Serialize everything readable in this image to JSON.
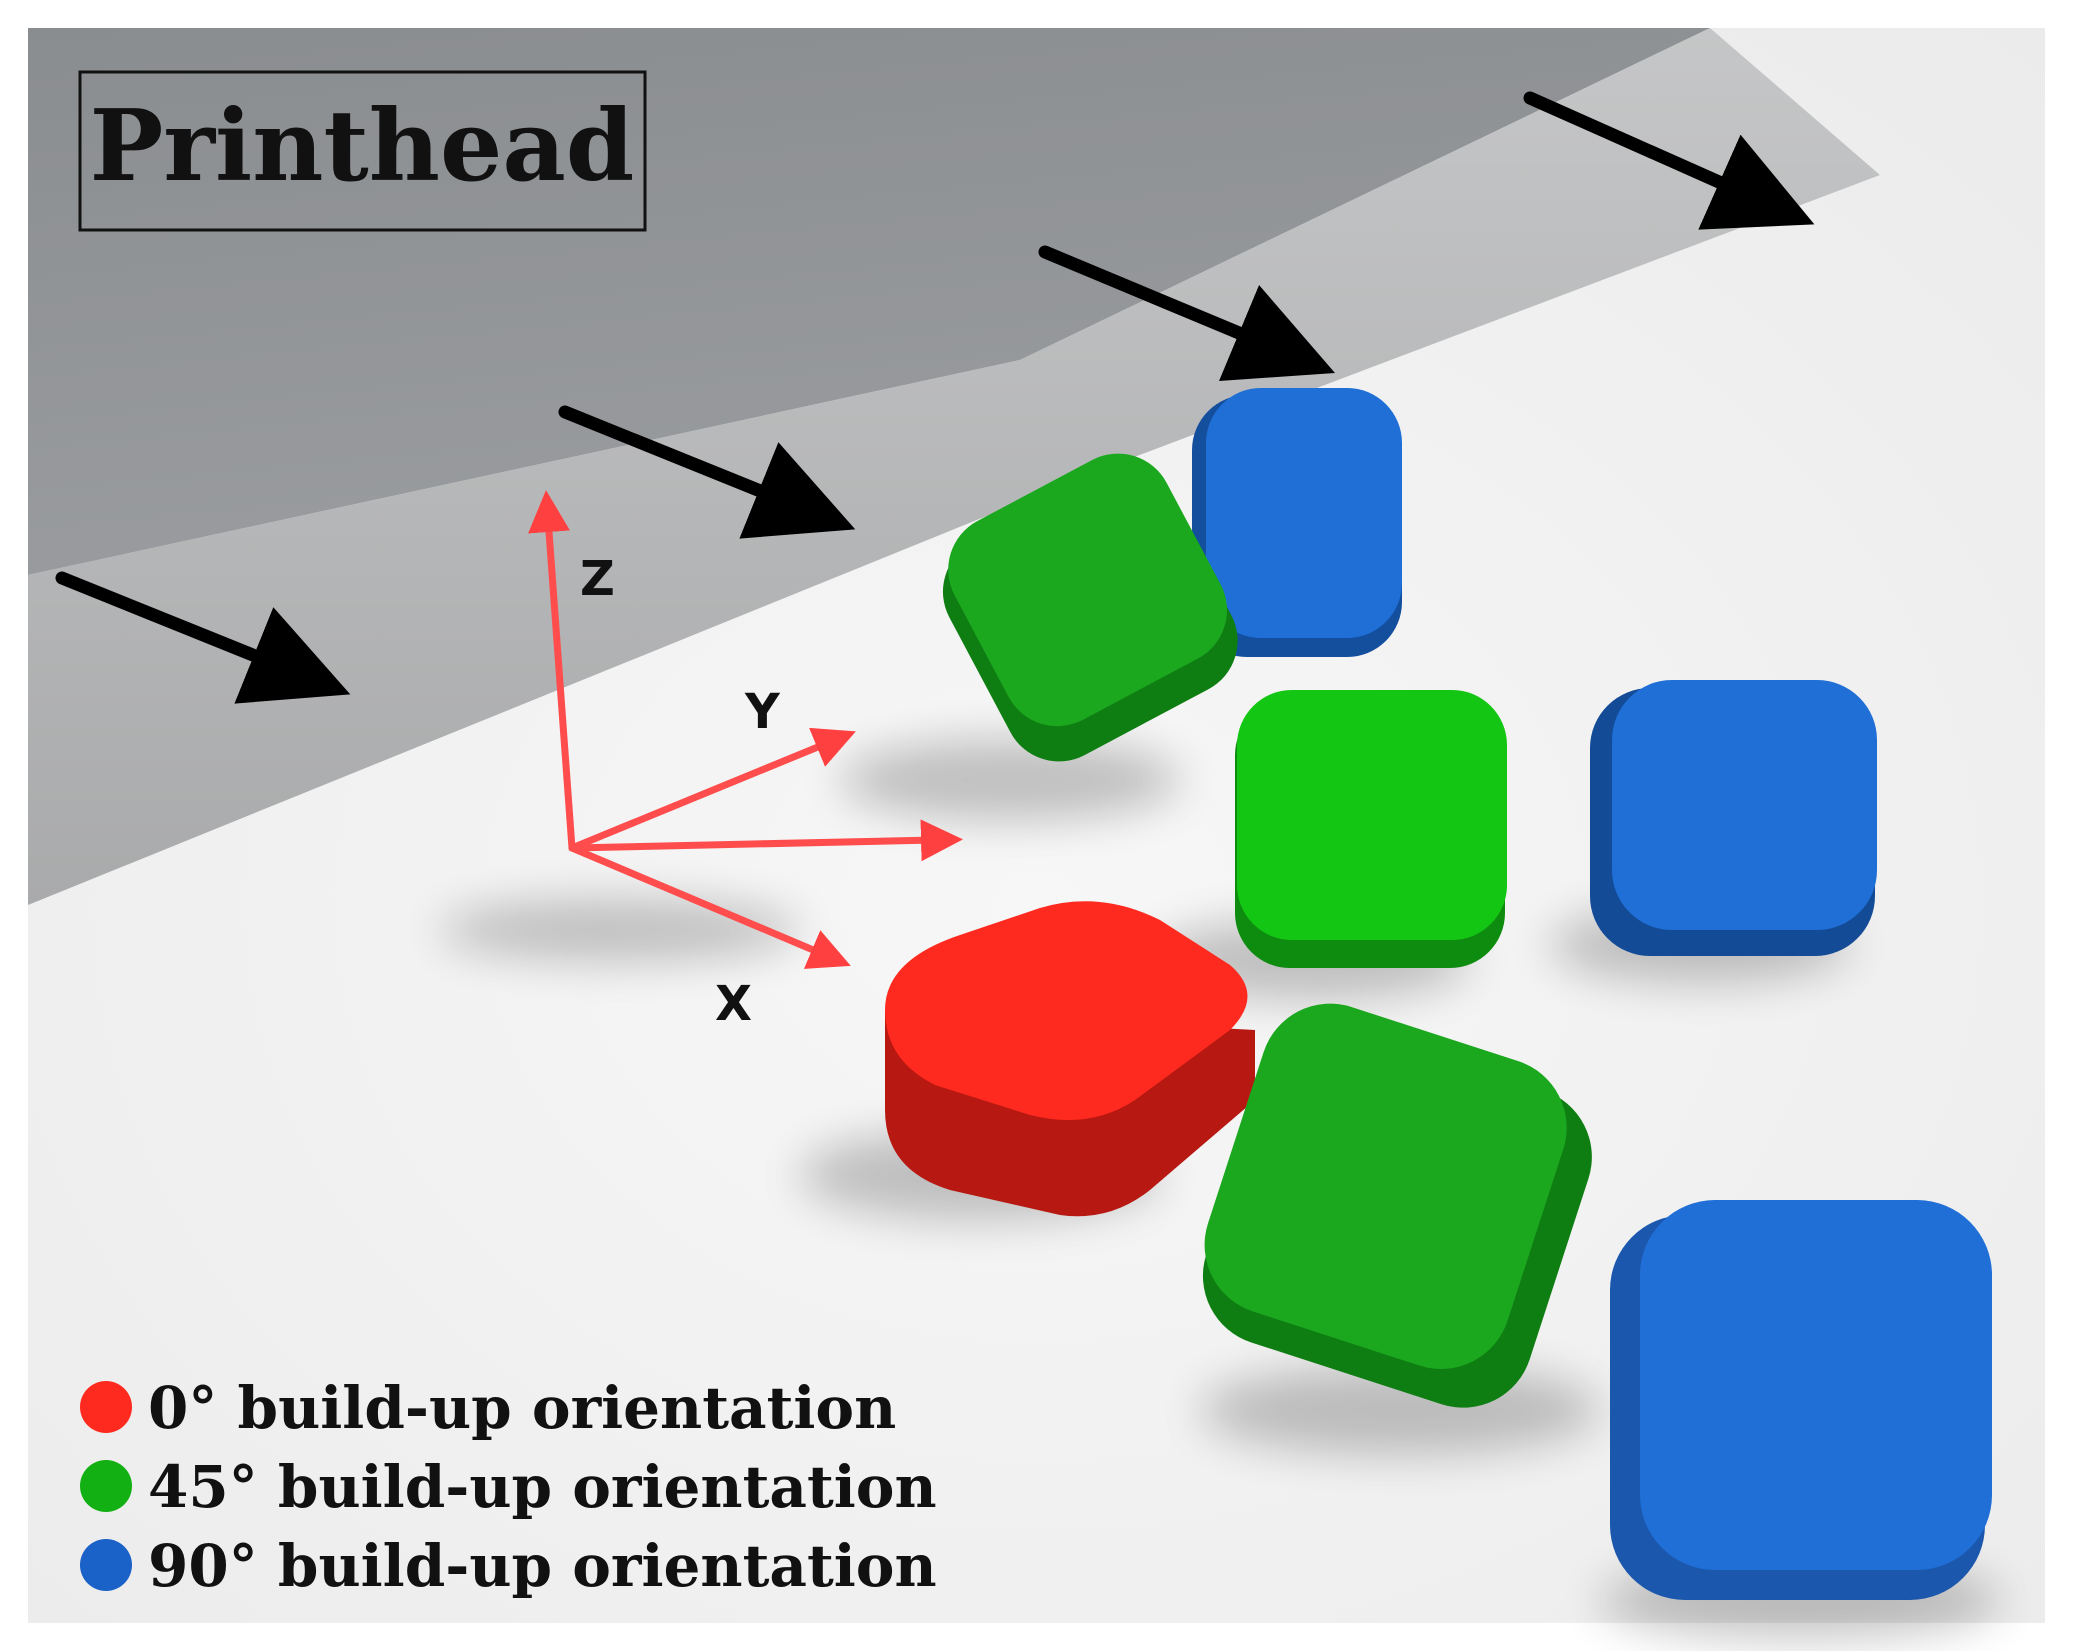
{
  "title": "Printhead",
  "axes": {
    "z": "Z",
    "y": "Y",
    "x": "X"
  },
  "legend": [
    {
      "label": "0° build-up orientation",
      "color": "#ff2a1f"
    },
    {
      "label": "45° build-up orientation",
      "color": "#12b012"
    },
    {
      "label": "90° build-up orientation",
      "color": "#1a62c7"
    }
  ],
  "colors": {
    "red": "#ff2a1f",
    "green": "#12b012",
    "blue": "#1a62c7",
    "axis": "#ff4040",
    "arrow": "#000000"
  }
}
